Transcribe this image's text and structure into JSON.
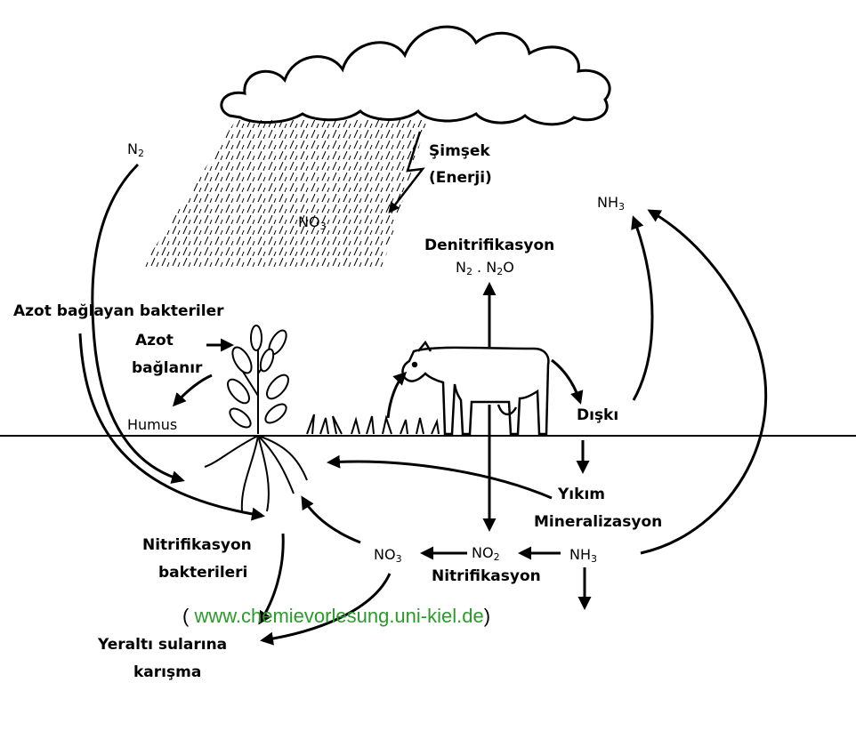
{
  "labels": {
    "simsek": "Şimşek",
    "enerji": "(Enerji)",
    "no3_rain": "NO",
    "no3_rain_sub": "3",
    "n2_top": "N",
    "n2_top_sub": "2",
    "nh3_top": "NH",
    "nh3_top_sub": "3",
    "denitrifikasyon": "Denitrifikasyon",
    "denit_formula_a": "N",
    "denit_formula_a_sub": "2",
    "denit_formula_sep": " . ",
    "denit_formula_b": "N",
    "denit_formula_b_sub": "2",
    "denit_formula_b_tail": "O",
    "azot_baglayan": "Azot bağlayan bakteriler",
    "azot": "Azot",
    "baglanir": "bağlanır",
    "humus": "Humus",
    "diski": "Dışkı",
    "yikim": "Yıkım",
    "mineralizasyon": "Mineralizasyon",
    "no3_soil": "NO",
    "no3_soil_sub": "3",
    "no2_soil": "NO",
    "no2_soil_sub": "2",
    "nh3_soil": "NH",
    "nh3_soil_sub": "3",
    "nitrifikasyon": "Nitrifikasyon",
    "nitrifikasyon_bakt_1": "Nitrifikasyon",
    "nitrifikasyon_bakt_2": "bakterileri",
    "yeralti_1": "Yeraltı sularına",
    "yeralti_2": "karışma"
  },
  "source": {
    "open_paren": "(",
    "url": " www.chemievorlesung.uni-kiel.de",
    "close_paren": ")"
  },
  "colors": {
    "ink": "#000000",
    "source_link": "#2a9a2a"
  }
}
